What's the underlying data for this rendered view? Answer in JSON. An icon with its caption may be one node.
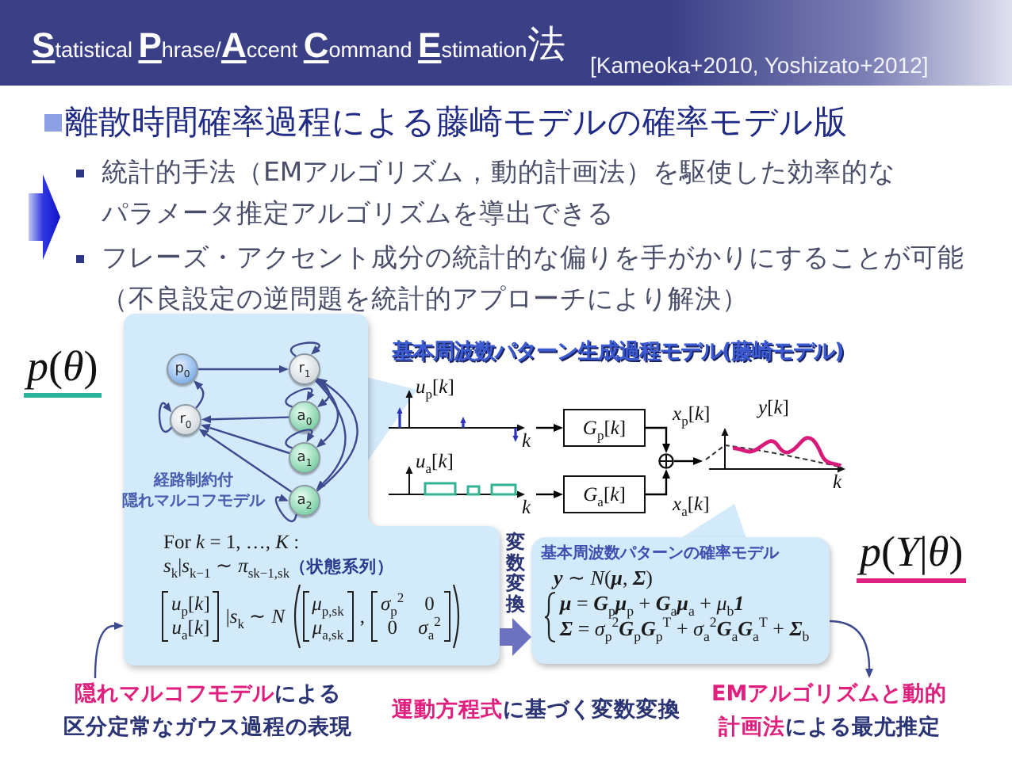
{
  "diagram": {
    "title": "**S**tatistical **P**hrase/**A**ccent **C**ommand **E**stimation法",
    "nodes": [
      {
        "text": [
          "経路制約付隠れマルコフモデル",
          "For *k* = 1, …, *K* :",
          "*s*$_{k}$|*s*$_{k−1}$ ∼ *π*$_{sk−1,sk}$**（状態系列）**",
          "*u*$_{p}$[*k*]",
          "*u*$_{a}$[*k*]",
          "|*s*$_{k}$ ∼ *N*",
          "*μ*$_{p,sk}$",
          "*μ*$_{a,sk}$",
          ",",
          "*σ*$_{p}$$^{2}$",
          "0",
          "0",
          "*σ*$_{a}$$^{2}$"
        ]
      },
      {
        "text": [
          "p$_{0}$"
        ],
        "in": 0
      },
      {
        "text": [
          "r$_{1}$"
        ],
        "in": 0
      },
      {
        "text": [
          "r$_{0}$"
        ],
        "in": 0
      },
      {
        "text": [
          "a$_{0}$"
        ],
        "in": 0
      },
      {
        "text": [
          "a$_{1}$"
        ],
        "in": 0
      },
      {
        "text": [
          "a$_{2}$"
        ],
        "in": 0
      },
      {
        "text": [
          "*u*$_{p}$[*k*]",
          "k"
        ]
      },
      {
        "text": [
          "*G*$_{p}$[*k*]"
        ]
      },
      {
        "text": [
          "*y*[*k*]",
          "k"
        ]
      },
      {
        "text": [],
        "shape": "circle"
      },
      {
        "text": [
          "*u*$_{a}$[*k*]",
          "k"
        ]
      },
      {
        "text": [
          "*G*$_{a}$[*k*]"
        ]
      },
      {
        "text": [
          "基本周波数パターンの確率モデル",
          "**y** ∼ *N*(**μ**, **Σ**)",
          "**μ** = **G**$_{p}$**μ**$_{p}$ + **G**$_{a}$**μ**$_{a}$ + *μ*$_{b}$**1**",
          "**Σ** = *σ*$_{p}$$^{2}$**G**$_{p}$**G**$_{p}$$^{T}$ + *σ*$_{a}$$^{2}$**G**$_{a}$**G**$_{a}$$^{T}$ + **Σ**$_{b}$"
        ]
      },
      {
        "text": [
          "**隠れマルコフモデル**による区分定常なガウス過程の表現"
        ]
      },
      {
        "text": [
          "**EMアルゴリズムと動的計画法**による最尤推定"
        ]
      }
    ],
    "edges": [
      {
        "from": 1,
        "to": 2,
        "arrow": "to"
      },
      {
        "from": 2,
        "to": 2,
        "arrow": "to"
      },
      {
        "from": 3,
        "to": 3,
        "arrow": "to"
      },
      {
        "from": 3,
        "to": 1,
        "arrow": "to"
      },
      {
        "from": 4,
        "to": 4,
        "arrow": "to"
      },
      {
        "from": 4,
        "to": 3,
        "arrow": "to"
      },
      {
        "from": 2,
        "to": 4,
        "arrow": "to"
      },
      {
        "from": 5,
        "to": 5,
        "arrow": "to"
      },
      {
        "from": 5,
        "to": 3,
        "arrow": "to"
      },
      {
        "from": 2,
        "to": 5,
        "arrow": "to"
      },
      {
        "from": 6,
        "to": 6,
        "arrow": "to"
      },
      {
        "from": 6,
        "to": 3,
        "arrow": "to"
      },
      {
        "from": 2,
        "to": 6,
        "arrow": "to"
      },
      {
        "from": 6,
        "to": 2,
        "arrow": "to"
      },
      {
        "from": 7,
        "to": 8,
        "arrow": "to",
        "color": "#000000"
      },
      {
        "from": 11,
        "to": 12,
        "arrow": "to",
        "color": "#000000"
      },
      {
        "from": 8,
        "to": 10,
        "arrow": "to",
        "label": "*x*$_{p}$[*k*]",
        "color": "#000000"
      },
      {
        "from": 12,
        "to": 10,
        "arrow": "to",
        "label": "*x*$_{a}$[*k*]",
        "color": "#000000"
      },
      {
        "from": 10,
        "to": 9,
        "arrow": "to",
        "color": "#000000"
      },
      {
        "from": 0,
        "to": 13,
        "arrow": "to",
        "label": "変数変換",
        "style": "thick",
        "color": "#6c72bf"
      },
      {
        "from": 14,
        "to": 0,
        "arrow": "to"
      },
      {
        "from": 13,
        "to": 15,
        "arrow": "to"
      }
    ],
    "labels": [
      "[Kameoka+2010, Yoshizato+2012]",
      "離散時間確率過程による藤崎モデルの確率モデル版",
      "統計的手法（EMアルゴリズム，動的計画法）を駆使した効率的なパラメータ推定アルゴリズムを導出できる",
      "フレーズ・アクセント成分の統計的な偏りを手がかりにすることが可能（不良設定の逆問題を統計的アプローチにより解決）",
      "*p*(*θ*)",
      "基本周波数パターン生成過程モデル(藤崎モデル)",
      "*p*(*Y*|*θ*)",
      "**運動方程式**に基づく変数変換"
    ]
  }
}
